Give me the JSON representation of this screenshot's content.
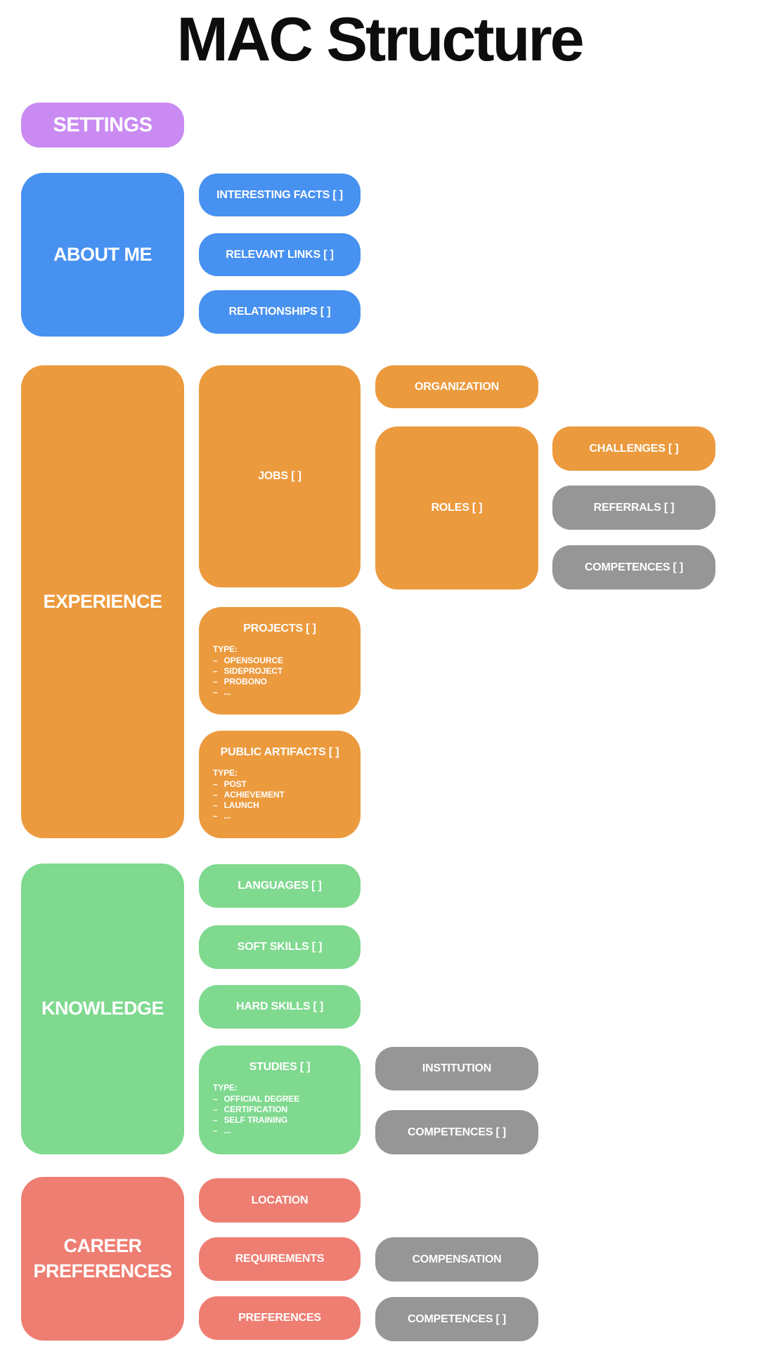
{
  "title": "MAC Structure",
  "colors": {
    "purple": "#c98bf2",
    "blue": "#4791f0",
    "orange": "#ec9a3e",
    "green": "#7fd98f",
    "red": "#ee7e72",
    "gray": "#969696"
  },
  "sections": {
    "settings": {
      "label": "SETTINGS"
    },
    "about_me": {
      "label": "ABOUT ME",
      "interesting_facts": "INTERESTING FACTS [ ]",
      "relevant_links": "RELEVANT LINKS [ ]",
      "relationships": "RELATIONSHIPS [ ]"
    },
    "experience": {
      "label": "EXPERIENCE",
      "jobs": "JOBS [ ]",
      "organization": "ORGANIZATION",
      "roles": "ROLES [ ]",
      "challenges": "CHALLENGES [ ]",
      "referrals": "REFERRALS [ ]",
      "competences": "COMPETENCES [ ]",
      "projects": {
        "label": "PROJECTS [ ]",
        "type_heading": "TYPE:",
        "types": [
          "OPENSOURCE",
          "SIDEPROJECT",
          "PROBONO",
          "..."
        ]
      },
      "public_artifacts": {
        "label": "PUBLIC ARTIFACTS [ ]",
        "type_heading": "TYPE:",
        "types": [
          "POST",
          "ACHIEVEMENT",
          "LAUNCH",
          "..."
        ]
      }
    },
    "knowledge": {
      "label": "KNOWLEDGE",
      "languages": "LANGUAGES [ ]",
      "soft_skills": "SOFT SKILLS [ ]",
      "hard_skills": "HARD SKILLS [ ]",
      "studies": {
        "label": "STUDIES [ ]",
        "type_heading": "TYPE:",
        "types": [
          "OFFICIAL DEGREE",
          "CERTIFICATION",
          "SELF TRAINING",
          "..."
        ]
      },
      "institution": "INSTITUTION",
      "competences": "COMPETENCES [ ]"
    },
    "career_preferences": {
      "label": "CAREER PREFERENCES",
      "location": "LOCATION",
      "requirements": "REQUIREMENTS",
      "preferences": "PREFERENCES",
      "compensation": "COMPENSATION",
      "competences": "COMPETENCES [ ]"
    }
  }
}
